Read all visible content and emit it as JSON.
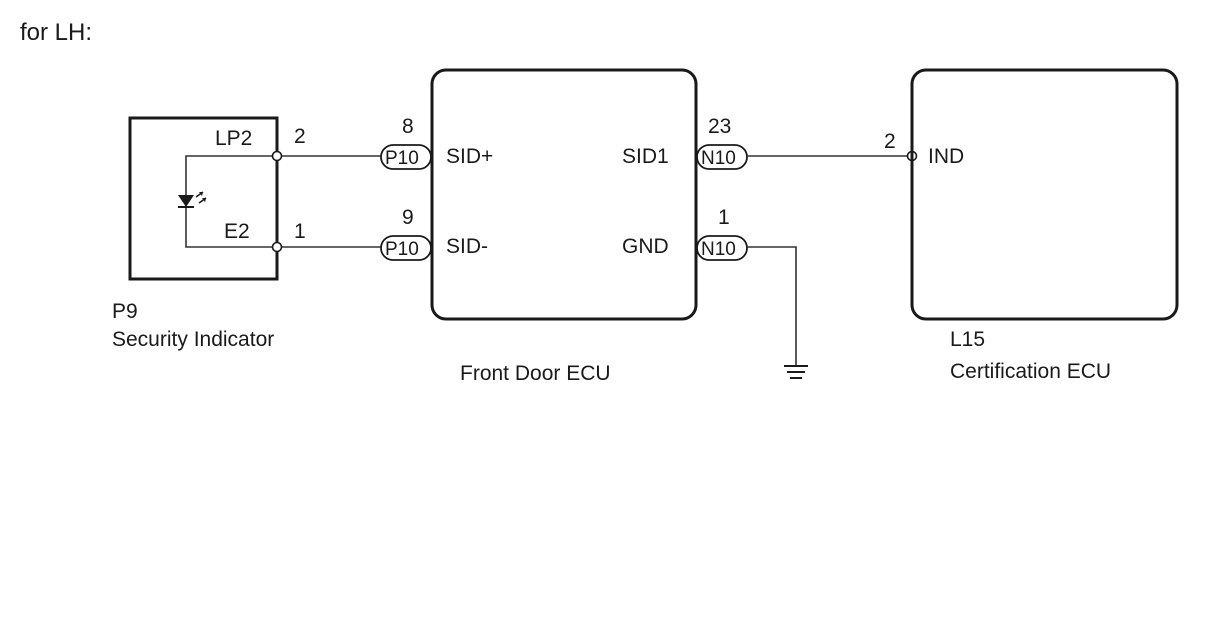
{
  "heading": "for LH:",
  "security_indicator": {
    "code": "P9",
    "name": "Security Indicator",
    "terminals": {
      "lp2": "LP2",
      "e2": "E2"
    },
    "pins": {
      "lp2": "2",
      "e2": "1"
    }
  },
  "front_door_ecu": {
    "name": "Front Door ECU",
    "left_terminals": {
      "sid_plus": "SID+",
      "sid_minus": "SID-"
    },
    "right_terminals": {
      "sid1": "SID1",
      "gnd": "GND"
    },
    "left_connector": "P10",
    "right_connector": "N10",
    "pins": {
      "sid_plus": "8",
      "sid_minus": "9",
      "sid1": "23",
      "gnd": "1"
    }
  },
  "certification_ecu": {
    "code": "L15",
    "name": "Certification ECU",
    "terminal": "IND",
    "pin": "2"
  },
  "icons": [
    "led-symbol",
    "ground-symbol"
  ]
}
